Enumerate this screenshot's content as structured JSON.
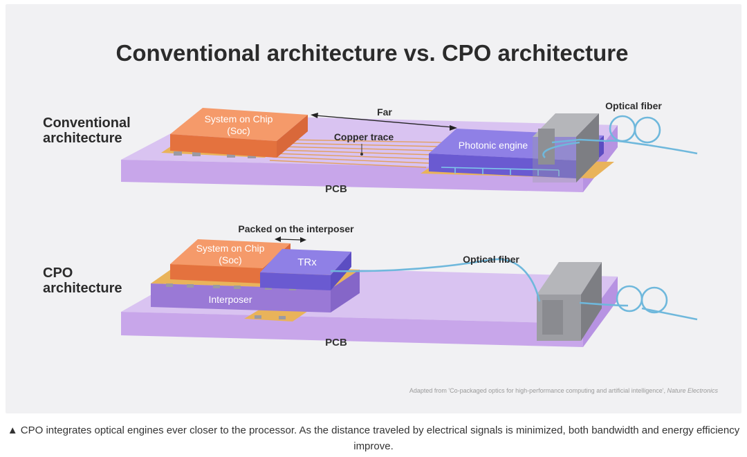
{
  "diagram": {
    "title": "Conventional architecture vs. CPO architecture",
    "conventional": {
      "label_line1": "Conventional",
      "label_line2": "architecture",
      "soc_line1": "System on Chip",
      "soc_line2": "(Soc)",
      "far": "Far",
      "copper_trace": "Copper trace",
      "photonic_engine": "Photonic engine",
      "optical_fiber": "Optical fiber",
      "pcb": "PCB"
    },
    "cpo": {
      "label_line1": "CPO",
      "label_line2": "architecture",
      "packed": "Packed on the interposer",
      "soc_line1": "System on Chip",
      "soc_line2": "(Soc)",
      "trx": "TRx",
      "interposer": "Interposer",
      "optical_fiber": "Optical fiber",
      "pcb": "PCB"
    },
    "source_prefix": "Adapted from 'Co-packaged optics for high-performance computing and artificial intelligence', ",
    "source_journal": "Nature Electronics"
  },
  "caption": "▲ CPO integrates optical engines ever closer to the processor. As the distance traveled by electrical signals is minimized, both bandwidth and energy efficiency improve.",
  "colors": {
    "panel_bg": "#f1f1f3",
    "pcb_top": "#d9c3f1",
    "pcb_front": "#c8a6ea",
    "soc_orange": "#f0824f",
    "photonic_purple": "#7b6cdc",
    "pad_gold": "#e9b35a",
    "fiber_blue": "#6fb8dc",
    "connector_gray": "#8e8f94"
  }
}
